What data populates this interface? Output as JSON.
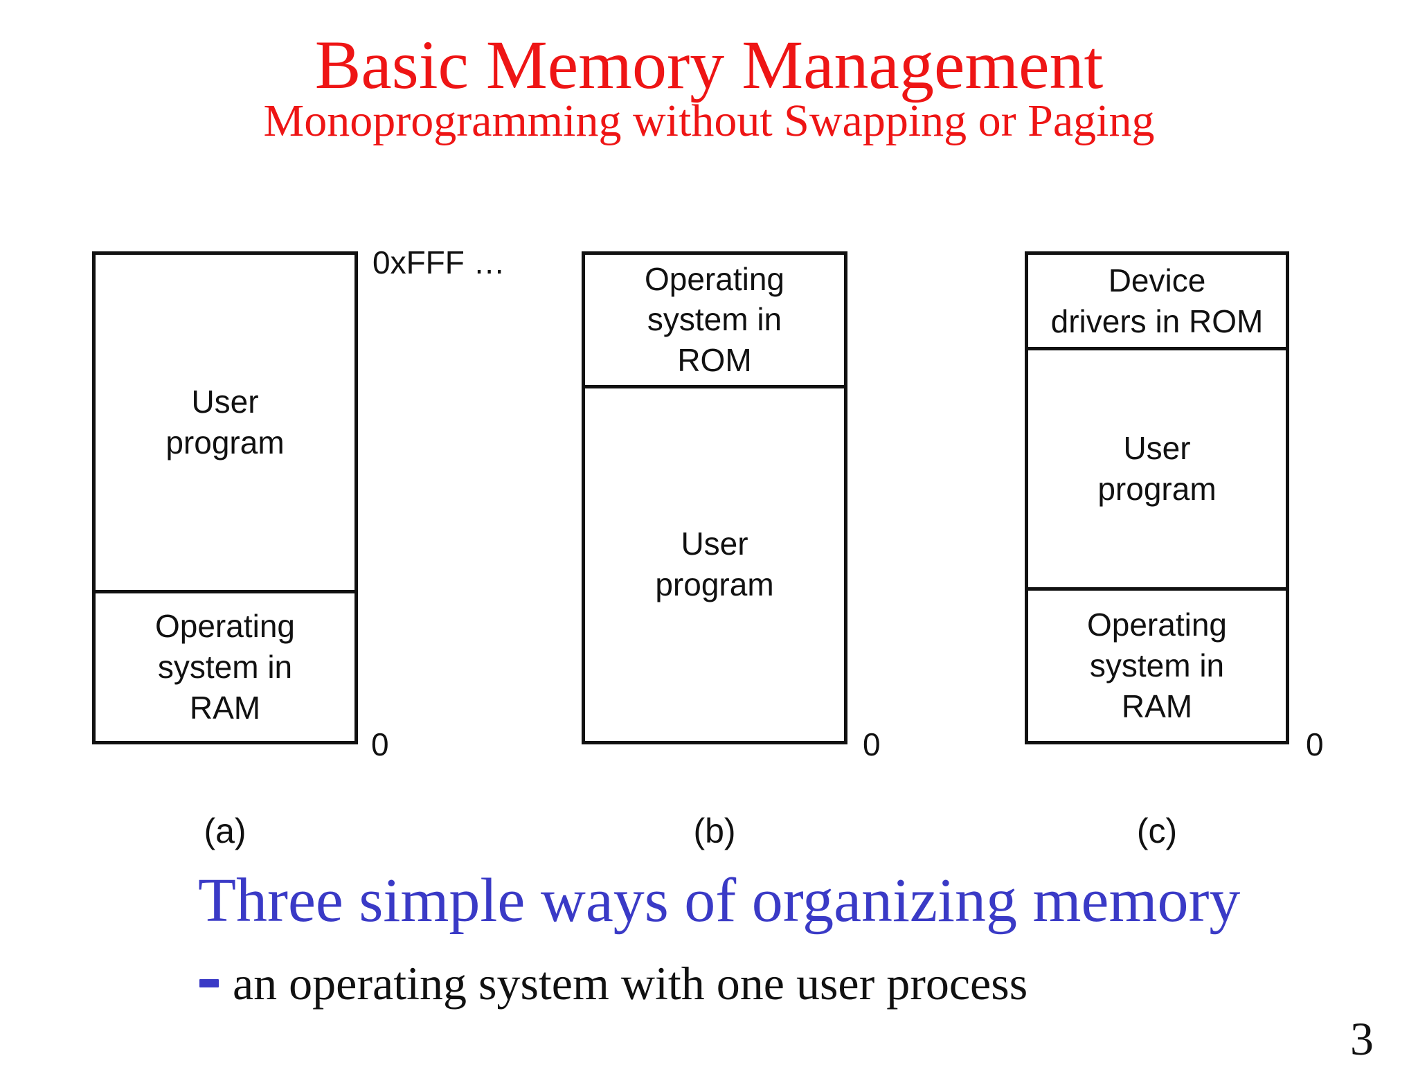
{
  "slide": {
    "title": "Basic Memory Management",
    "subtitle": "Monoprogramming without Swapping or Paging",
    "heading": "Three simple ways of organizing memory",
    "bullet_glyph": "-",
    "bullet_text": "an operating system with one user process",
    "page_number": "3"
  },
  "colors": {
    "title_red": "#ee1515",
    "heading_blue": "#3a3ac6",
    "ink": "#111111"
  },
  "diagrams": [
    {
      "label": "(a)",
      "address_top": "0xFFF …",
      "address_bottom": "0",
      "sections": [
        {
          "lines": [
            "User",
            "program"
          ]
        },
        {
          "lines": [
            "Operating",
            "system in",
            "RAM"
          ]
        }
      ]
    },
    {
      "label": "(b)",
      "address_bottom": "0",
      "sections": [
        {
          "lines": [
            "Operating",
            "system in",
            "ROM"
          ]
        },
        {
          "lines": [
            "User",
            "program"
          ]
        }
      ]
    },
    {
      "label": "(c)",
      "address_bottom": "0",
      "sections": [
        {
          "lines": [
            "Device",
            "drivers in ROM"
          ]
        },
        {
          "lines": [
            "User",
            "program"
          ]
        },
        {
          "lines": [
            "Operating",
            "system in",
            "RAM"
          ]
        }
      ]
    }
  ]
}
